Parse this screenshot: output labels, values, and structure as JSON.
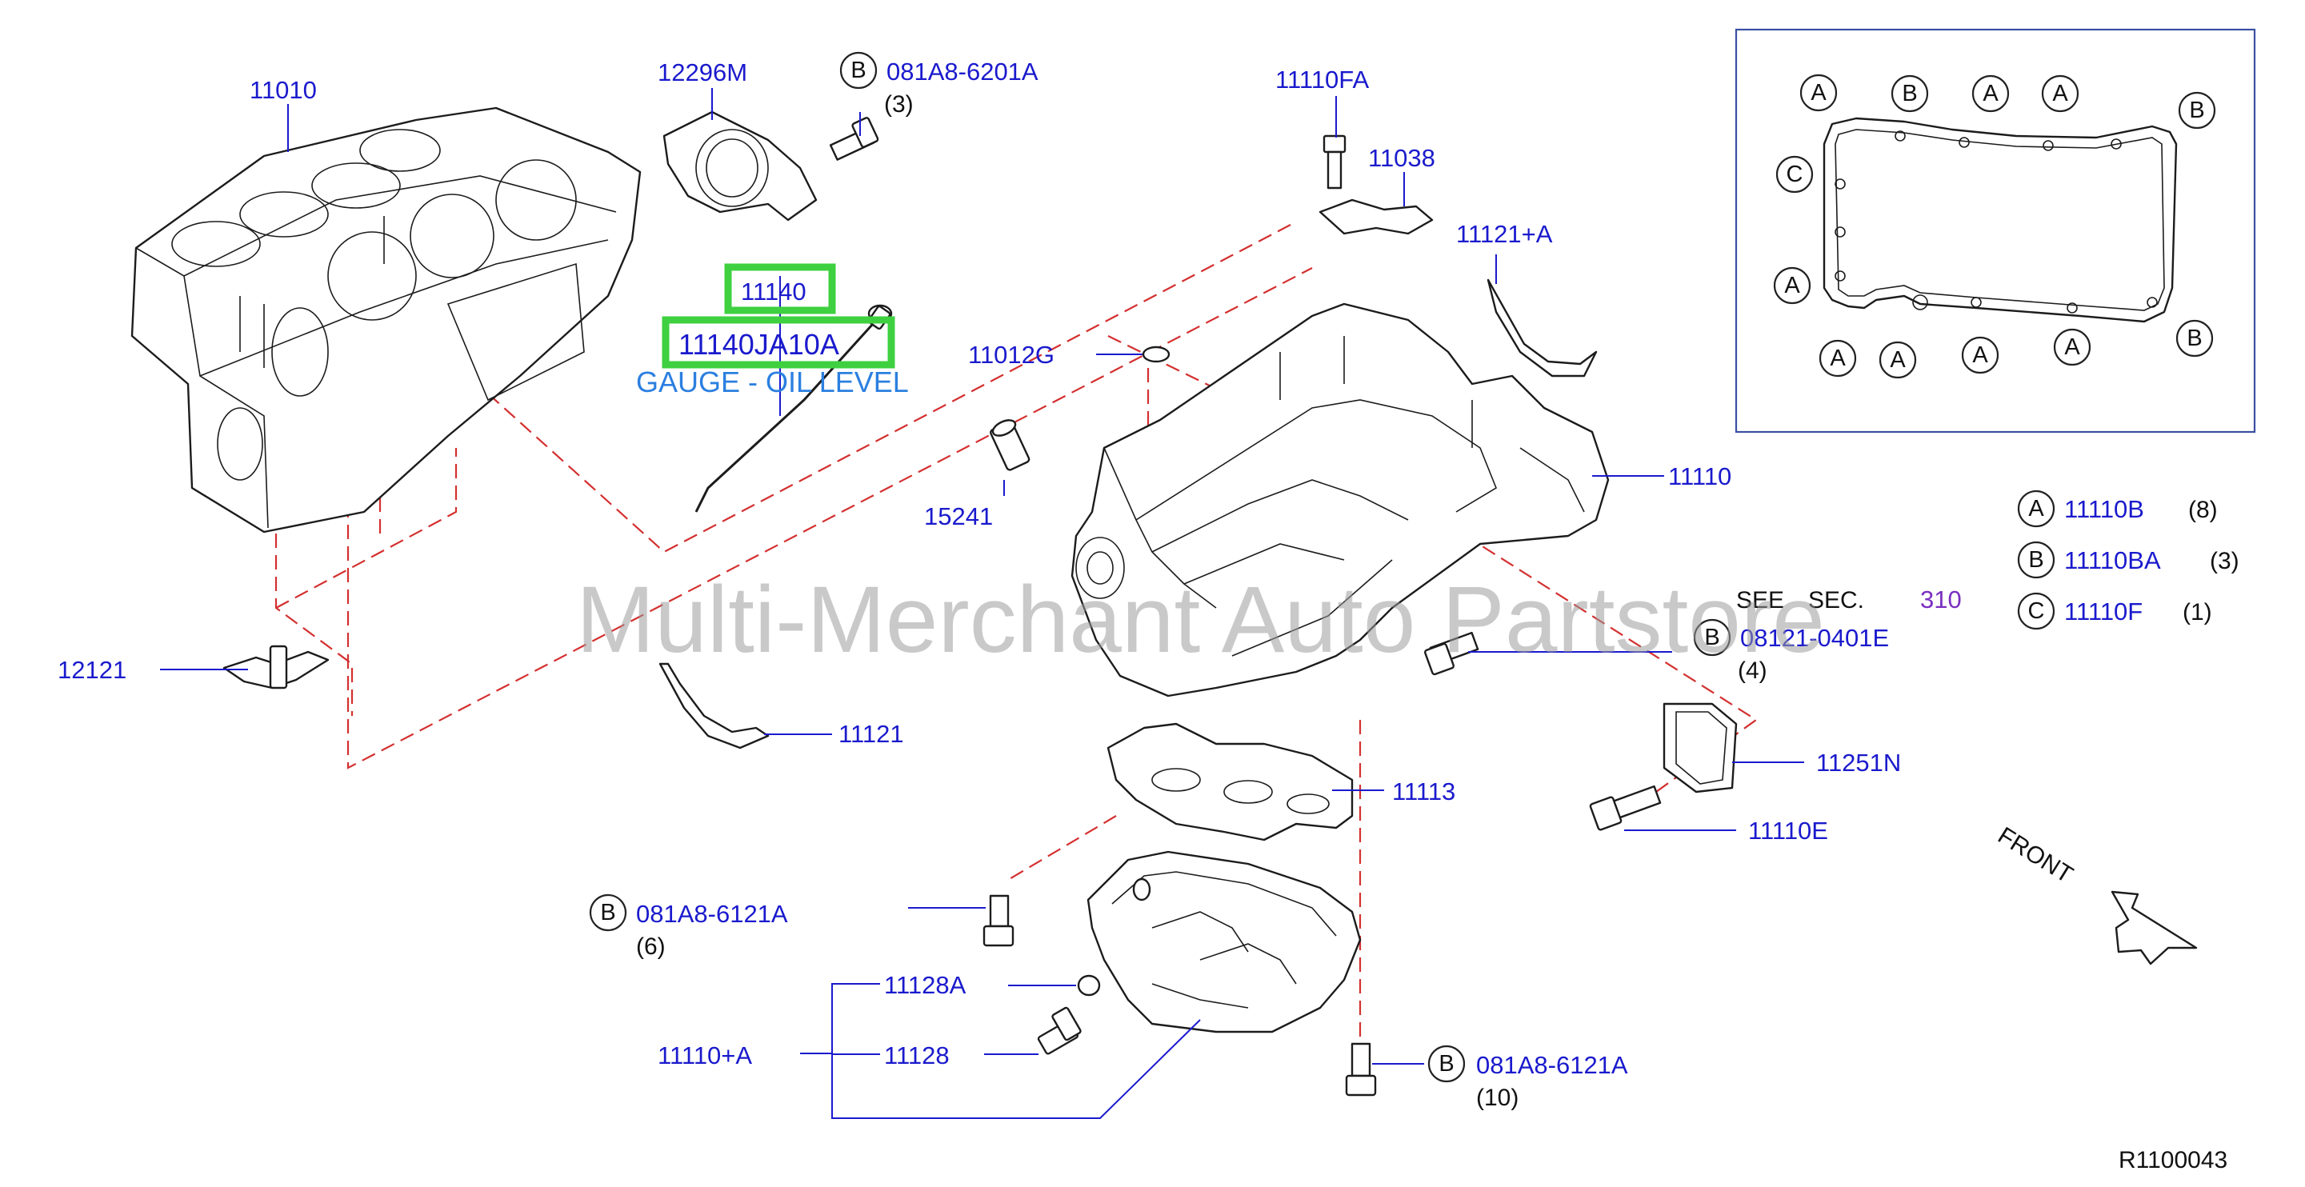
{
  "labels": {
    "block": "11010",
    "seal": "12296M",
    "seal_bolt_code": "B",
    "seal_bolt": "081A8-6201A",
    "seal_bolt_qty": "(3)",
    "gauge": "11140",
    "gauge_part": "11140JA10A",
    "gauge_name": "GAUGE - OIL LEVEL",
    "plug": "11012G",
    "dowel": "15241",
    "jet": "12121",
    "rear_bolt": "11110FA",
    "bracket": "11038",
    "cover_plus": "11121+A",
    "upper_pan": "11110",
    "cover": "11121",
    "baffle": "11113",
    "pan_bolt1_code": "B",
    "pan_bolt1": "081A8-6121A",
    "pan_bolt1_qty": "(6)",
    "washer": "11128A",
    "pan_assy": "11110+A",
    "drain_plug": "11128",
    "pan_bolt2_code": "B",
    "pan_bolt2": "081A8-6121A",
    "pan_bolt2_qty": "(10)",
    "see_sec": "SEE",
    "sec_word": "SEC.",
    "sec_ref": "310",
    "upper_bolt_code": "B",
    "upper_bolt": "08121-0401E",
    "upper_bolt_qty": "(4)",
    "filter_gasket": "11251N",
    "filter_bolt": "11110E",
    "front": "FRONT",
    "drawing_no": "R1100043",
    "watermark": "Multi-Merchant Auto Partstore"
  },
  "legend": [
    {
      "code": "A",
      "part": "11110B",
      "qty": "(8)"
    },
    {
      "code": "B",
      "part": "11110BA",
      "qty": "(3)"
    },
    {
      "code": "C",
      "part": "11110F",
      "qty": "(1)"
    }
  ],
  "bolt_pattern": {
    "top": [
      "A",
      "B",
      "A",
      "A",
      "B"
    ],
    "left": [
      "C",
      "A"
    ],
    "bottom": [
      "A",
      "A",
      "A",
      "A",
      "B"
    ]
  },
  "colors": {
    "part_number": "#1a1acd",
    "dashed_line": "#d43030",
    "highlight": "#3ed040",
    "section_ref": "#7a2fc0"
  }
}
